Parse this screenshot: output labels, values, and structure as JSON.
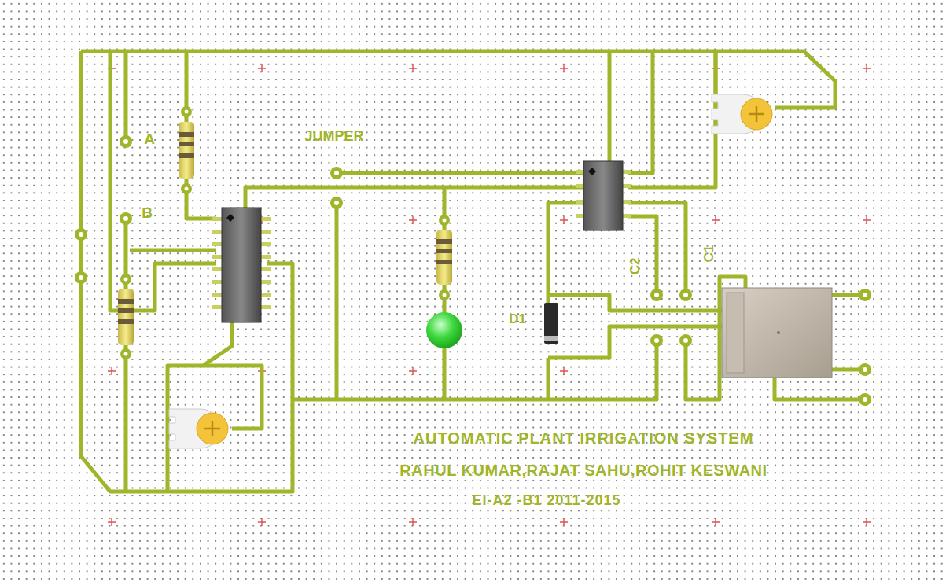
{
  "diagram": {
    "title": "AUTOMATIC PLANT IRRIGATION SYSTEM",
    "labels": [
      "A",
      "B",
      "JUMPER",
      "D1",
      "C2",
      "C1",
      "RAHUL KUMAR,RAJAT SAHU,ROHIT KESWANI",
      "EI-A2 -B1 2011-2015"
    ]
  }
}
